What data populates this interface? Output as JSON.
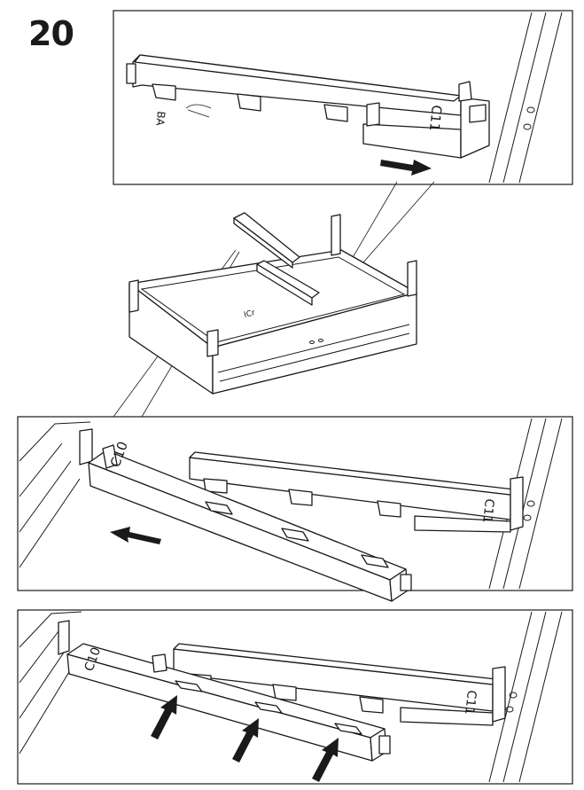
{
  "step": {
    "number": "20"
  },
  "labels": {
    "rail_long_code": "C10",
    "rail_short_code": "C11",
    "base_mark": "BA",
    "base_center_mark": "ICr"
  },
  "colors": {
    "line": "#1a1a1a",
    "paper": "#ffffff"
  },
  "icons": [
    "push-arrow-right",
    "push-arrow-left",
    "push-arrow-up"
  ]
}
